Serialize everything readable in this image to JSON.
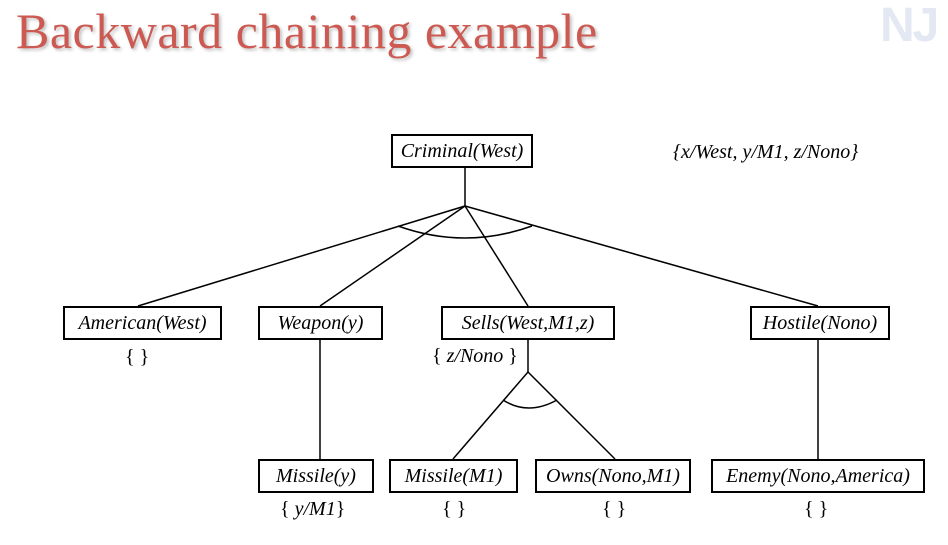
{
  "title": "Backward chaining example",
  "logo": "NJ",
  "root_substitution": "{x/West, y/M1, z/Nono}",
  "nodes": {
    "criminal": "Criminal(West)",
    "american": "American(West)",
    "weapon": "Weapon(y)",
    "sells": "Sells(West,M1,z)",
    "hostile": "Hostile(Nono)",
    "missile_y": "Missile(y)",
    "missile_m1": "Missile(M1)",
    "owns": "Owns(Nono,M1)",
    "enemy": "Enemy(Nono,America)"
  },
  "substitutions": {
    "american": "{ }",
    "sells_open": "{ ",
    "sells_body": "z/Nono",
    "sells_close": " }",
    "missile_y_open": "{ ",
    "missile_y_body": "y/M1",
    "missile_y_close": "}",
    "missile_m1": "{ }",
    "owns": "{ }",
    "enemy": "{ }"
  }
}
